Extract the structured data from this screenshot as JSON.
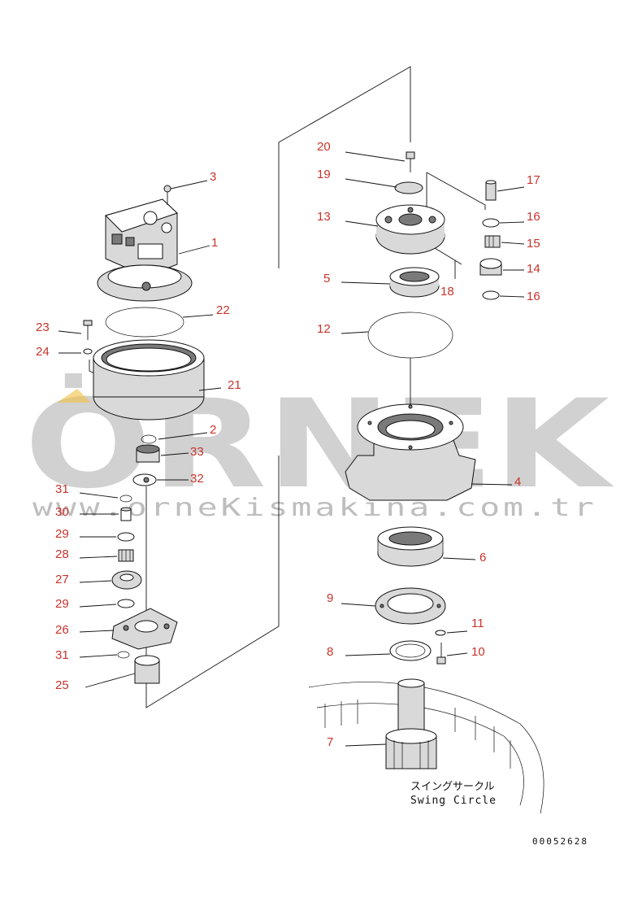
{
  "diagram": {
    "callouts": [
      "1",
      "2",
      "3",
      "4",
      "5",
      "6",
      "7",
      "8",
      "9",
      "10",
      "11",
      "12",
      "13",
      "14",
      "15",
      "16",
      "16",
      "17",
      "18",
      "19",
      "20",
      "21",
      "22",
      "23",
      "24",
      "25",
      "26",
      "27",
      "28",
      "29",
      "29",
      "30",
      "31",
      "31",
      "32",
      "33"
    ],
    "swing_circle_jp": "スイングサークル",
    "swing_circle_en": "Swing Circle",
    "drawing_number": "00052628",
    "callout_color": "#c8332b"
  },
  "watermark": {
    "brand": "ÖRNEK",
    "url": "www.orneKismakina.com.tr"
  }
}
